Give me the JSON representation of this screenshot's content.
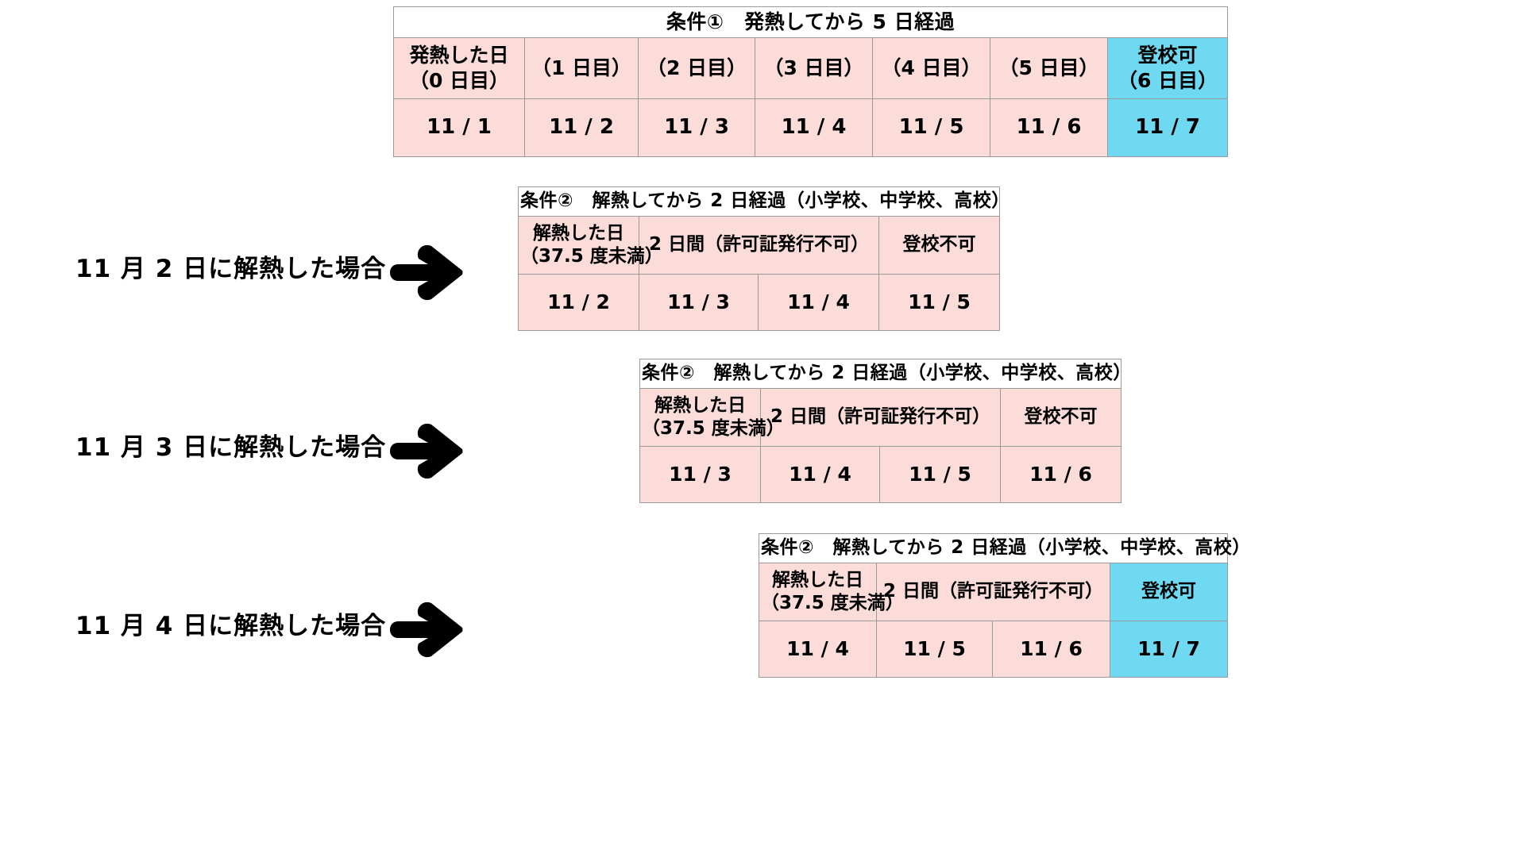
{
  "colors": {
    "pink": "#fbdcd9",
    "cyan": "#6fd9f2",
    "border": "#9a9a9a",
    "text": "#000000",
    "background": "#ffffff"
  },
  "condition1_table": {
    "title": "条件①　発熱してから 5 日経過",
    "headers": [
      "発熱した日\n（0 日目）",
      "（1 日目）",
      "（2 日目）",
      "（3 日目）",
      "（4 日目）",
      "（5 日目）",
      "登校可\n（6 日目）"
    ],
    "headers_line1": [
      "発熱した日",
      "",
      "",
      "",
      "",
      "",
      "登校可"
    ],
    "headers_line2": [
      "（0 日目）",
      "（1 日目）",
      "（2 日目）",
      "（3 日目）",
      "（4 日目）",
      "（5 日目）",
      "（6 日目）"
    ],
    "dates": [
      "11 / 1",
      "11 / 2",
      "11 / 3",
      "11 / 4",
      "11 / 5",
      "11 / 6",
      "11 / 7"
    ],
    "highlight_columns": [
      6
    ]
  },
  "cases": [
    {
      "label": "11 月 2 日に解熱した場合",
      "arrow_icon": "right-arrow-icon",
      "title": "条件②　解熱してから 2 日経過（小学校、中学校、高校）",
      "headers_line1": [
        "解熱した日",
        "2 日間（許可証発行不可）",
        "登校不可"
      ],
      "headers_line2": [
        "（37.5 度未満）",
        "",
        ""
      ],
      "header_spans": [
        1,
        2,
        1
      ],
      "dates": [
        "11 / 2",
        "11 / 3",
        "11 / 4",
        "11 / 5"
      ],
      "highlight_columns": []
    },
    {
      "label": "11 月 3 日に解熱した場合",
      "arrow_icon": "right-arrow-icon",
      "title": "条件②　解熱してから 2 日経過（小学校、中学校、高校）",
      "headers_line1": [
        "解熱した日",
        "2 日間（許可証発行不可）",
        "登校不可"
      ],
      "headers_line2": [
        "（37.5 度未満）",
        "",
        ""
      ],
      "header_spans": [
        1,
        2,
        1
      ],
      "dates": [
        "11 / 3",
        "11 / 4",
        "11 / 5",
        "11 / 6"
      ],
      "highlight_columns": []
    },
    {
      "label": "11 月 4 日に解熱した場合",
      "arrow_icon": "right-arrow-icon",
      "title": "条件②　解熱してから 2 日経過（小学校、中学校、高校）",
      "headers_line1": [
        "解熱した日",
        "2 日間（許可証発行不可）",
        "登校可"
      ],
      "headers_line2": [
        "（37.5 度未満）",
        "",
        ""
      ],
      "header_spans": [
        1,
        2,
        1
      ],
      "dates": [
        "11 / 4",
        "11 / 5",
        "11 / 6",
        "11 / 7"
      ],
      "highlight_columns": [
        3
      ]
    }
  ]
}
